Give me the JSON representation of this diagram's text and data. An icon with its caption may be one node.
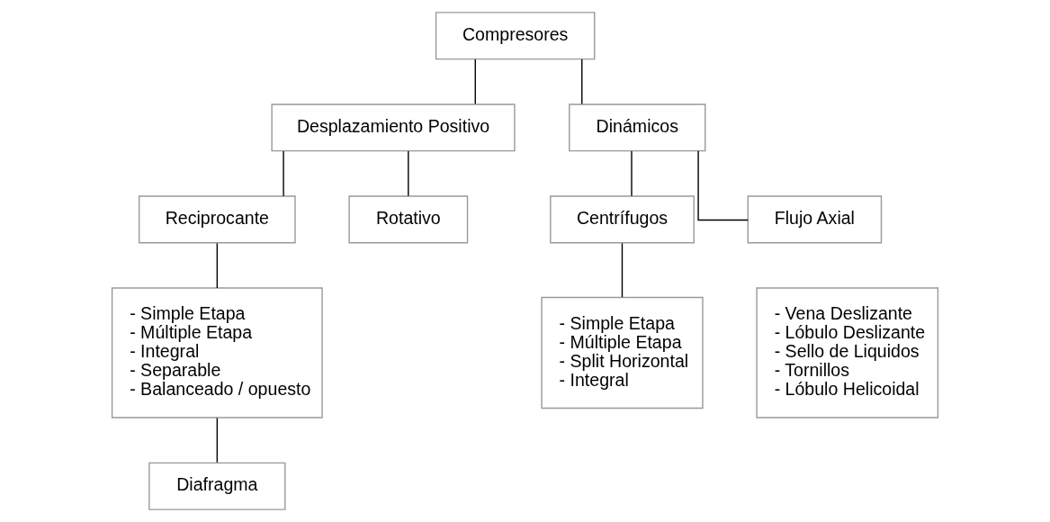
{
  "diagram": {
    "nodes": [
      {
        "text": [
          "Compresores"
        ]
      },
      {
        "text": [
          "Desplazamiento Positivo"
        ]
      },
      {
        "text": [
          "Dinámicos"
        ]
      },
      {
        "text": [
          "Reciprocante"
        ]
      },
      {
        "text": [
          "Rotativo"
        ]
      },
      {
        "text": [
          "Centrífugos"
        ]
      },
      {
        "text": [
          "Flujo Axial"
        ]
      },
      {
        "text": [
          "- Simple Etapa",
          "- Múltiple Etapa",
          "- Integral",
          "- Separable",
          "- Balanceado / opuesto"
        ]
      },
      {
        "text": [
          "- Vena Deslizante",
          "- Lóbulo Deslizante",
          "- Sello de Liquidos",
          "- Tornillos",
          "- Lóbulo Helicoidal"
        ]
      },
      {
        "text": [
          "- Simple Etapa",
          "- Múltiple Etapa",
          "- Split Horizontal",
          "- Integral"
        ]
      },
      {
        "text": [
          "Diafragma"
        ]
      }
    ],
    "edges": [
      {
        "from": 0,
        "to": 1,
        "arrow": "none"
      },
      {
        "from": 0,
        "to": 2,
        "arrow": "none"
      },
      {
        "from": 1,
        "to": 3,
        "arrow": "none"
      },
      {
        "from": 1,
        "to": 4,
        "arrow": "none"
      },
      {
        "from": 2,
        "to": 5,
        "arrow": "none"
      },
      {
        "from": 2,
        "to": 6,
        "arrow": "none"
      },
      {
        "from": 3,
        "to": 7,
        "arrow": "none"
      },
      {
        "from": 5,
        "to": 9,
        "arrow": "none"
      },
      {
        "from": 7,
        "to": 10,
        "arrow": "none"
      }
    ]
  }
}
